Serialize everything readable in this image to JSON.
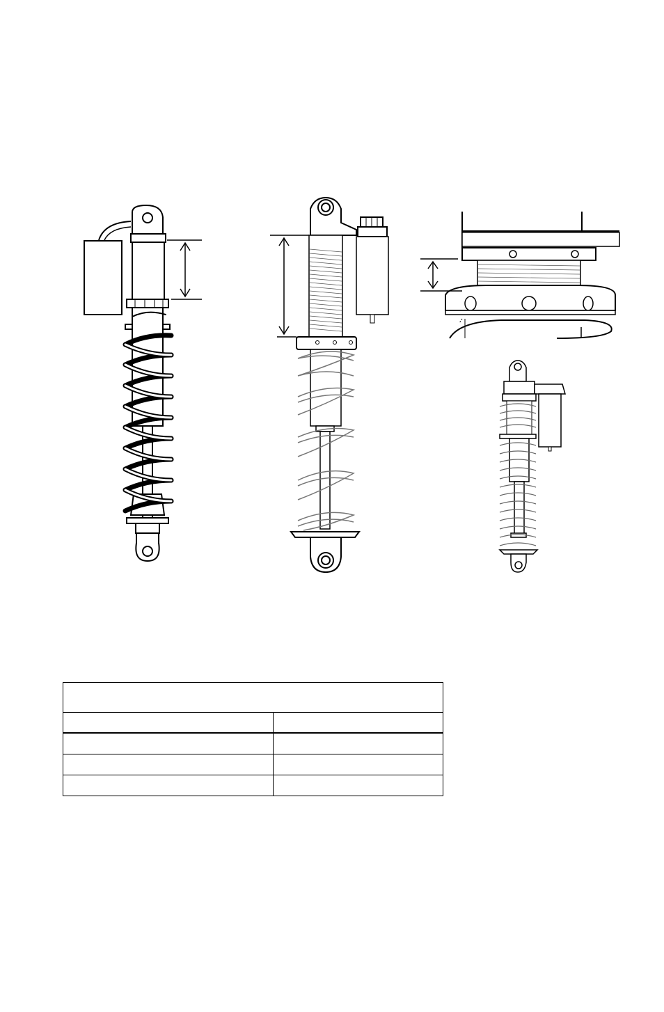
{
  "figure": {
    "views": [
      {
        "id": "shock-left",
        "icon": "shock-absorber-reservoir-icon"
      },
      {
        "id": "shock-center",
        "icon": "shock-absorber-threaded-body-icon"
      },
      {
        "id": "detail-closeup",
        "icon": "spring-preload-collar-detail-icon"
      },
      {
        "id": "shock-small",
        "icon": "shock-absorber-small-icon"
      }
    ],
    "line_color": "#000000",
    "spring_color": "#555555"
  },
  "table": {
    "header": "",
    "columns": [
      "",
      ""
    ],
    "rows": [
      [
        "",
        ""
      ],
      [
        "",
        ""
      ],
      [
        "",
        ""
      ]
    ]
  }
}
